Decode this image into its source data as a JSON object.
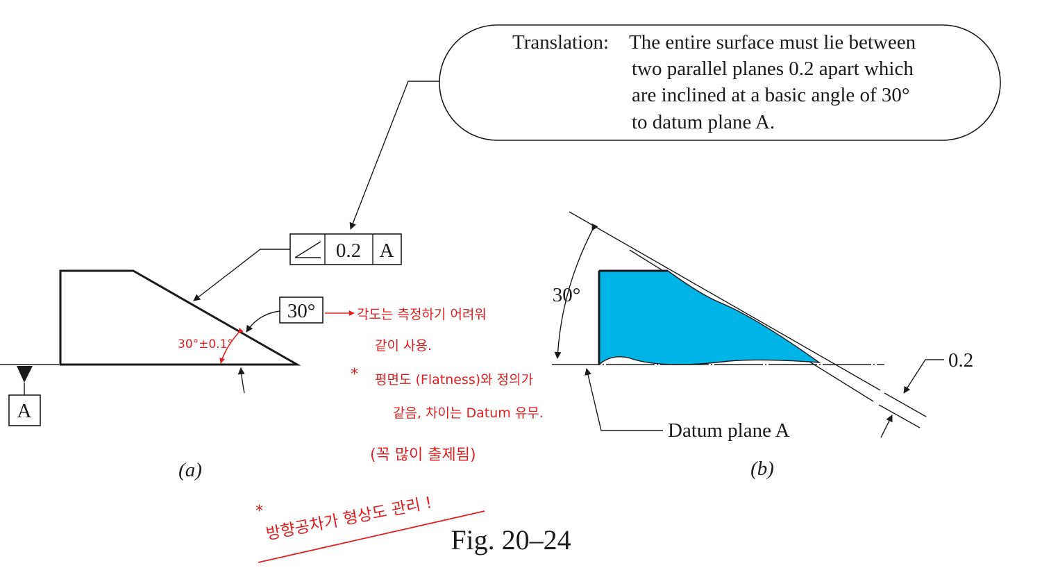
{
  "callout": {
    "label": "Translation:",
    "lines": [
      "The entire surface must lie between",
      "two parallel planes 0.2 apart which",
      "are inclined at a basic angle of 30°",
      "to datum plane A."
    ]
  },
  "fcf": {
    "tolerance": "0.2",
    "datum": "A"
  },
  "figure_a": {
    "basic_angle": "30°",
    "datum_label": "A",
    "caption": "(a)"
  },
  "figure_b": {
    "angle_label": "30°",
    "zone_label": "0.2",
    "datum_plane_label": "Datum plane A",
    "caption": "(b)",
    "colors": {
      "zone_fill": "#00b4e8"
    }
  },
  "figure_title": "Fig. 20–24",
  "annotations": {
    "tolerance_note": "30°±0.1°",
    "note1_line1": "각도는 측정하기 어려워",
    "note1_line2": "같이 사용.",
    "note2_marker": "*",
    "note2_line1": "평면도 (Flatness)와 정의가",
    "note2_line2": "같음, 차이는 Datum 유무.",
    "note3": "(꼭 많이 출제됨)",
    "note4_marker": "*",
    "note4": "방향공차가 형상도 관리 !",
    "colors": {
      "ink": "#e02020"
    }
  }
}
